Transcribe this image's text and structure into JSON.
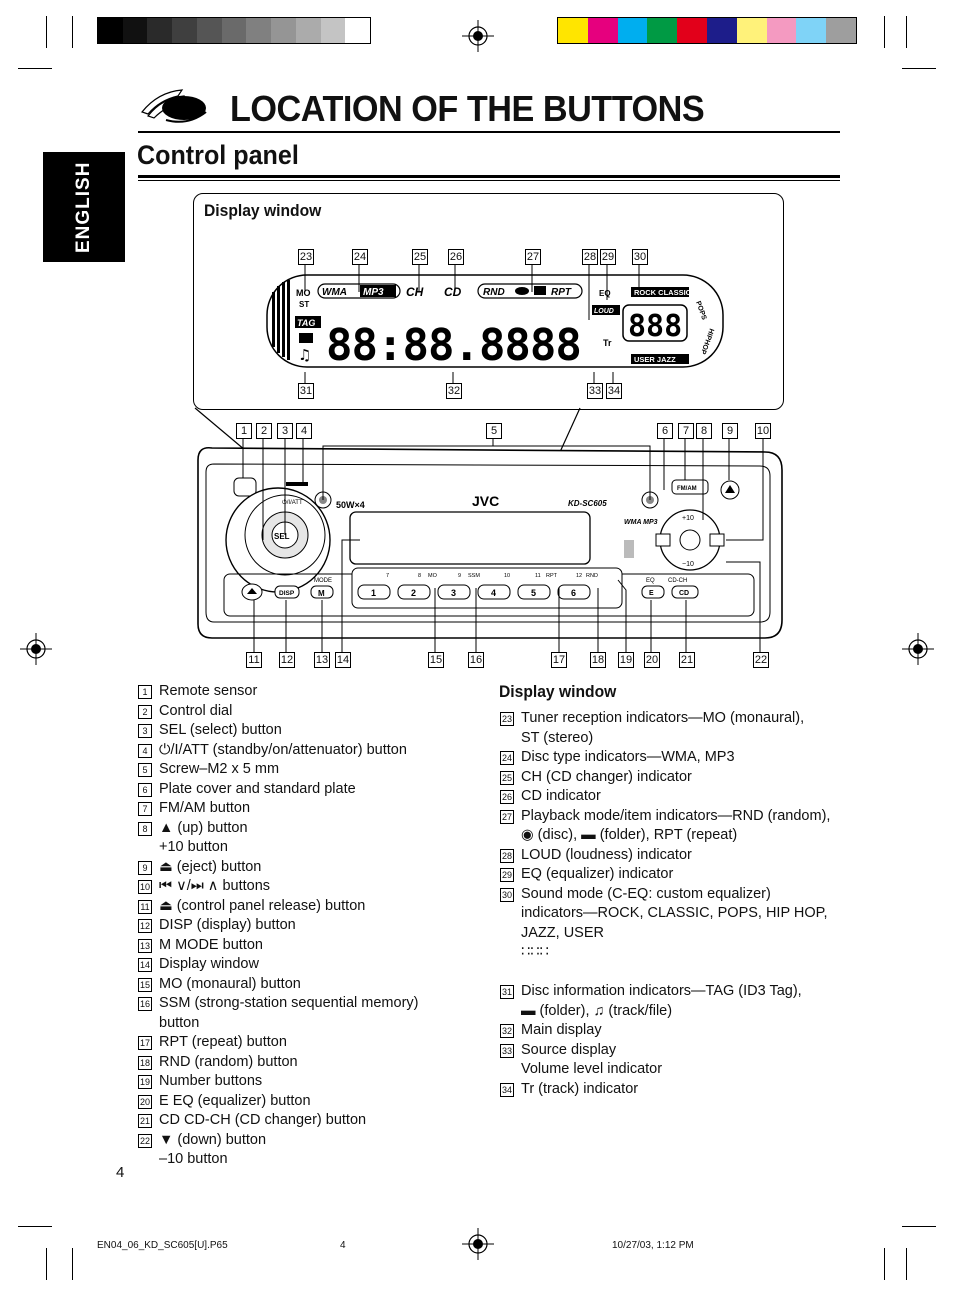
{
  "header": {
    "title": "LOCATION OF THE BUTTONS",
    "subtitle": "Control panel",
    "language_tab": "ENGLISH"
  },
  "colors": {
    "grayscale_bar": [
      "#000000",
      "#111111",
      "#2a2a2a",
      "#3f3f3f",
      "#555555",
      "#6a6a6a",
      "#808080",
      "#959595",
      "#ababab",
      "#c4c4c4",
      "#ffffff"
    ],
    "color_bar": [
      "#ffe500",
      "#e6007e",
      "#00aeef",
      "#009a44",
      "#e2001a",
      "#1d1d8a",
      "#fff27a",
      "#f49ac1",
      "#7fd3f7",
      "#9e9e9e"
    ]
  },
  "display_window": {
    "label": "Display window",
    "callouts": [
      "23",
      "24",
      "25",
      "26",
      "27",
      "28",
      "29",
      "30",
      "31",
      "32",
      "33",
      "34"
    ],
    "lcd": {
      "mo": "MO",
      "st": "ST",
      "wma": "WMA",
      "mp3": "MP3",
      "ch": "CH",
      "cd": "CD",
      "rnd": "RND",
      "rpt": "RPT",
      "eq": "EQ",
      "loud": "LOUD",
      "tag": "TAG",
      "tr": "Tr",
      "rock": "ROCK",
      "classic": "CLASSIC",
      "pops": "POPS",
      "hiphop": "HIPHOP",
      "user": "USER",
      "jazz": "JAZZ",
      "main_digits": "88:88.8888",
      "source_digits": "888"
    }
  },
  "unit": {
    "callouts_top": [
      "1",
      "2",
      "3",
      "4",
      "5",
      "6",
      "7",
      "8",
      "9",
      "10"
    ],
    "callouts_bottom": [
      "11",
      "12",
      "13",
      "14",
      "15",
      "16",
      "17",
      "18",
      "19",
      "20",
      "21",
      "22"
    ],
    "power": "⏻/I/ATT",
    "output": "50W×4",
    "brand": "JVC",
    "model": "KD-SC605",
    "fm_am": "FM/AM",
    "sel": "SEL",
    "wma_mp3": "WMA MP3",
    "plus10": "+10",
    "minus10": "−10",
    "mode": "MODE",
    "disp": "DISP",
    "m": "M",
    "e": "E",
    "eq": "EQ",
    "cd": "CD",
    "cd_ch": "CD-CH",
    "preset_labels": [
      "7",
      "8",
      "MO",
      "9",
      "SSM",
      "10",
      "11",
      "RPT",
      "12",
      "RND"
    ],
    "preset_buttons": [
      "1",
      "2",
      "3",
      "4",
      "5",
      "6"
    ]
  },
  "legend_left": [
    {
      "n": "1",
      "text": "Remote sensor"
    },
    {
      "n": "2",
      "text": "Control dial"
    },
    {
      "n": "3",
      "text": "SEL (select) button"
    },
    {
      "n": "4",
      "text": "⏻/I/ATT  (standby/on/attenuator) button"
    },
    {
      "n": "5",
      "text": "Screw–M2 x 5 mm"
    },
    {
      "n": "6",
      "text": "Plate cover and standard plate"
    },
    {
      "n": "7",
      "text": "FM/AM button"
    },
    {
      "n": "8",
      "text": "▲ (up) button"
    },
    {
      "n": "",
      "text": "+10 button"
    },
    {
      "n": "9",
      "text": "⏏ (eject) button"
    },
    {
      "n": "10",
      "text": "⏮ ∨/⏭ ∧ buttons"
    },
    {
      "n": "11",
      "text": "⏏ (control panel release) button"
    },
    {
      "n": "12",
      "text": "DISP (display) button"
    },
    {
      "n": "13",
      "text": "M MODE button"
    },
    {
      "n": "14",
      "text": "Display window"
    },
    {
      "n": "15",
      "text": "MO (monaural) button"
    },
    {
      "n": "16",
      "text": "SSM (strong-station sequential memory)"
    },
    {
      "n": "",
      "text": "button"
    },
    {
      "n": "17",
      "text": "RPT (repeat) button"
    },
    {
      "n": "18",
      "text": "RND (random) button"
    },
    {
      "n": "19",
      "text": "Number buttons"
    },
    {
      "n": "20",
      "text": "E EQ (equalizer) button"
    },
    {
      "n": "21",
      "text": "CD CD-CH (CD changer) button"
    },
    {
      "n": "22",
      "text": "▼ (down) button"
    },
    {
      "n": "",
      "text": "–10 button"
    }
  ],
  "legend_right_title": "Display window",
  "legend_right": [
    {
      "n": "23",
      "text": "Tuner reception indicators—MO (monaural),"
    },
    {
      "n": "",
      "text": "ST (stereo)"
    },
    {
      "n": "24",
      "text": "Disc type indicators—WMA, MP3"
    },
    {
      "n": "25",
      "text": "CH (CD changer) indicator"
    },
    {
      "n": "26",
      "text": "CD indicator"
    },
    {
      "n": "27",
      "text": "Playback mode/item indicators—RND (random),"
    },
    {
      "n": "",
      "text": "◉ (disc), ▬ (folder), RPT (repeat)"
    },
    {
      "n": "28",
      "text": "LOUD (loudness) indicator"
    },
    {
      "n": "29",
      "text": "EQ (equalizer) indicator"
    },
    {
      "n": "30",
      "text": "Sound mode (C-EQ: custom equalizer)"
    },
    {
      "n": "",
      "text": "indicators—ROCK, CLASSIC, POPS, HIP HOP,"
    },
    {
      "n": "",
      "text": "JAZZ, USER"
    },
    {
      "n": "",
      "text": "∷∷∷"
    },
    {
      "n": "",
      "text": ""
    },
    {
      "n": "31",
      "text": "Disc information indicators—TAG (ID3 Tag),"
    },
    {
      "n": "",
      "text": "▬ (folder), ♫ (track/file)"
    },
    {
      "n": "32",
      "text": "Main display"
    },
    {
      "n": "33",
      "text": "Source display"
    },
    {
      "n": "",
      "text": "Volume level indicator"
    },
    {
      "n": "34",
      "text": "Tr (track) indicator"
    }
  ],
  "page_number": "4",
  "footer": {
    "file": "EN04_06_KD_SC605[U].P65",
    "page": "4",
    "date": "10/27/03, 1:12 PM"
  }
}
